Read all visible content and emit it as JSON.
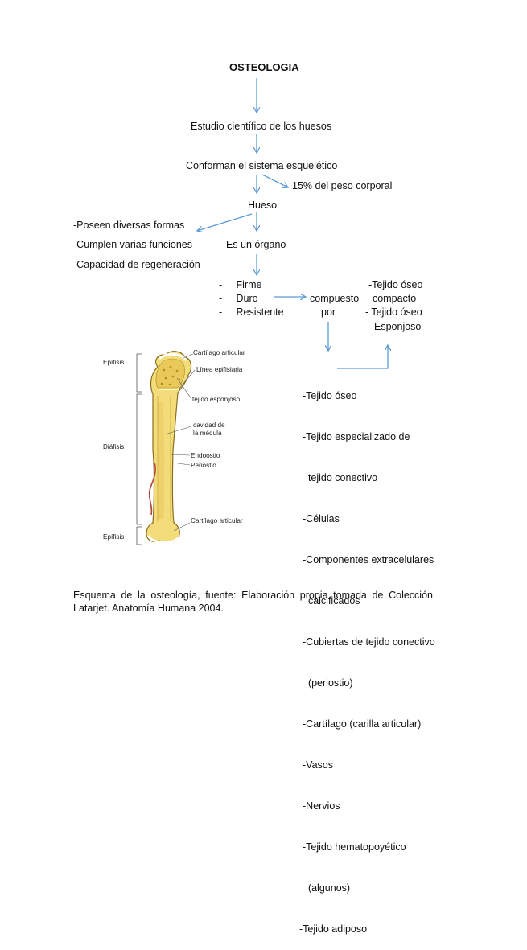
{
  "title": "OSTEOLOGIA",
  "flow": {
    "estudio": "Estudio científico de los huesos",
    "conforman": "Conforman el sistema esquelético",
    "peso": "15% del peso corporal",
    "hueso": "Hueso",
    "organo": "Es un órgano",
    "caracteristicas": [
      "Poseen diversas formas",
      "Cumplen varias funciones",
      "Capacidad de regeneración"
    ],
    "propiedades": [
      "Firme",
      "Duro",
      "Resistente"
    ],
    "compuesto_line1": "compuesto",
    "compuesto_line2": "por",
    "tejido_compacto_1": "-Tejido óseo",
    "tejido_compacto_2": "compacto",
    "tejido_esponjoso_1": "- Tejido óseo",
    "tejido_esponjoso_2": "Esponjoso",
    "componentes": [
      "-Tejido óseo",
      "-Tejido especializado de",
      "  tejido conectivo",
      "-Células",
      "-Componentes extracelulares",
      "  calcificados",
      "-Cubiertas de tejido conectivo",
      "  (periostio)",
      "-Cartílago (carilla articular)",
      "-Vasos",
      "-Nervios",
      "-Tejido hematopoyético",
      "  (algunos)",
      "-Tejido adiposo"
    ]
  },
  "bone_figure": {
    "epifisis_top": "Epífisis",
    "diafisis": "Diáfisis",
    "epifisis_bottom": "Epífisis",
    "cartilago_top": "Cartílago articular",
    "linea_epifisiaria": "Línea epifisiaria",
    "tejido_esponjoso": "tejido esponjoso",
    "cavidad": "cavidad de la médula",
    "endostio": "Endoostio",
    "periostio": "Periostio",
    "cartilago_bottom": "Cartílago articular"
  },
  "caption": "Esquema de la osteología, fuente: Elaboración propia tomada de Colección Latarjet. Anatomía Humana 2004.",
  "colors": {
    "arrow": "#5b9bd5",
    "bone": "#f2dd7a",
    "bone_dark": "#c9a23a",
    "spongy": "#e9c957",
    "vessel": "#b0443a"
  }
}
